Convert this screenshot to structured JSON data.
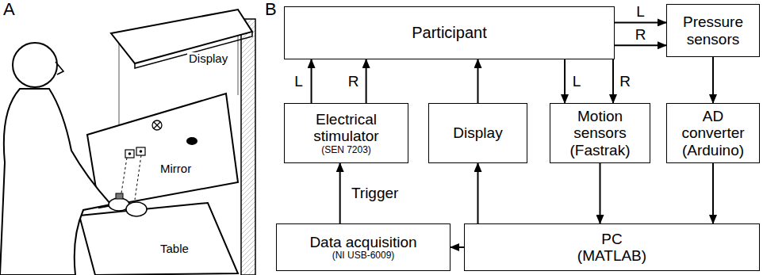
{
  "diagram": {
    "nodes": [
      {
        "text": [
          "Participant"
        ]
      },
      {
        "text": [
          "Pressure sensors"
        ]
      },
      {
        "text": [
          "Electrical stimulator",
          "(SEN 7203)"
        ]
      },
      {
        "text": [
          "Display"
        ]
      },
      {
        "text": [
          "Motion sensors",
          "(Fastrak)"
        ]
      },
      {
        "text": [
          "AD converter",
          "(Arduino)"
        ]
      },
      {
        "text": [
          "Data acquisition",
          "(NI USB-6009)"
        ]
      },
      {
        "text": [
          "PC",
          "(MATLAB)"
        ]
      }
    ],
    "edges": [
      {
        "from": 0,
        "to": 1,
        "label": "L",
        "arrow": "to"
      },
      {
        "from": 0,
        "to": 1,
        "label": "R",
        "arrow": "to"
      },
      {
        "from": 2,
        "to": 0,
        "label": "L",
        "arrow": "to"
      },
      {
        "from": 2,
        "to": 0,
        "label": "R",
        "arrow": "to"
      },
      {
        "from": 3,
        "to": 0,
        "arrow": "to"
      },
      {
        "from": 0,
        "to": 4,
        "label": "L",
        "arrow": "to"
      },
      {
        "from": 0,
        "to": 4,
        "label": "R",
        "arrow": "to"
      },
      {
        "from": 1,
        "to": 5,
        "arrow": "to"
      },
      {
        "from": 6,
        "to": 2,
        "label": "Trigger",
        "arrow": "to"
      },
      {
        "from": 7,
        "to": 3,
        "arrow": "to"
      },
      {
        "from": 4,
        "to": 7,
        "arrow": "to"
      },
      {
        "from": 5,
        "to": 7,
        "arrow": "to"
      },
      {
        "from": 7,
        "to": 6,
        "arrow": "to"
      }
    ],
    "labels": [
      "A",
      "B",
      "Display",
      "Mirror",
      "Table"
    ]
  }
}
